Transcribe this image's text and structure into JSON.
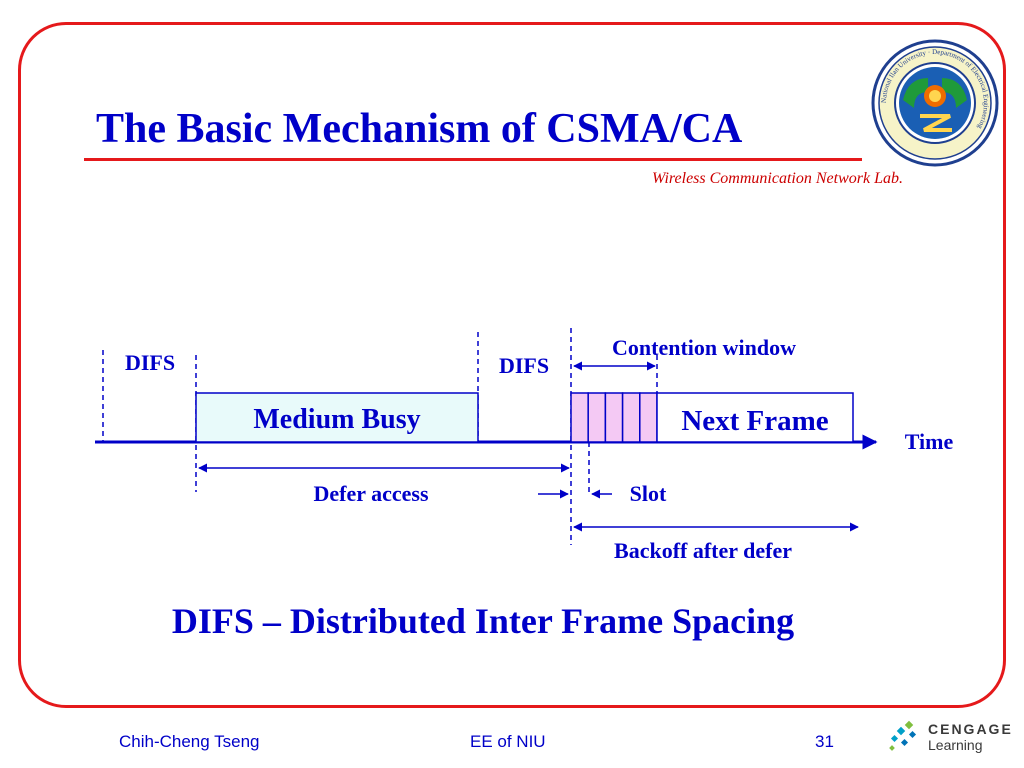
{
  "slide": {
    "title": "The Basic Mechanism of CSMA/CA",
    "lab_name": "Wireless Communication Network Lab.",
    "caption": "DIFS – Distributed Inter Frame Spacing"
  },
  "diagram": {
    "difs_left": "DIFS",
    "difs_right": "DIFS",
    "contention_window": "Contention window",
    "medium_busy": "Medium Busy",
    "next_frame": "Next Frame",
    "time": "Time",
    "defer_access": "Defer access",
    "slot": "Slot",
    "backoff": "Backoff after defer",
    "contention_slots": 5
  },
  "footer": {
    "author": "Chih-Cheng Tseng",
    "dept": "EE of NIU",
    "page": "31",
    "publisher_line1": "CENGAGE",
    "publisher_line2": "Learning"
  },
  "logo": {
    "text": "National Ilan University · Department of Electrical Engineering"
  },
  "colors": {
    "title": "#0000c8",
    "frame": "#e5191b",
    "lab": "#cc0000",
    "busy_fill": "#e8fafa",
    "slot_fill": "#f4c9f4"
  }
}
